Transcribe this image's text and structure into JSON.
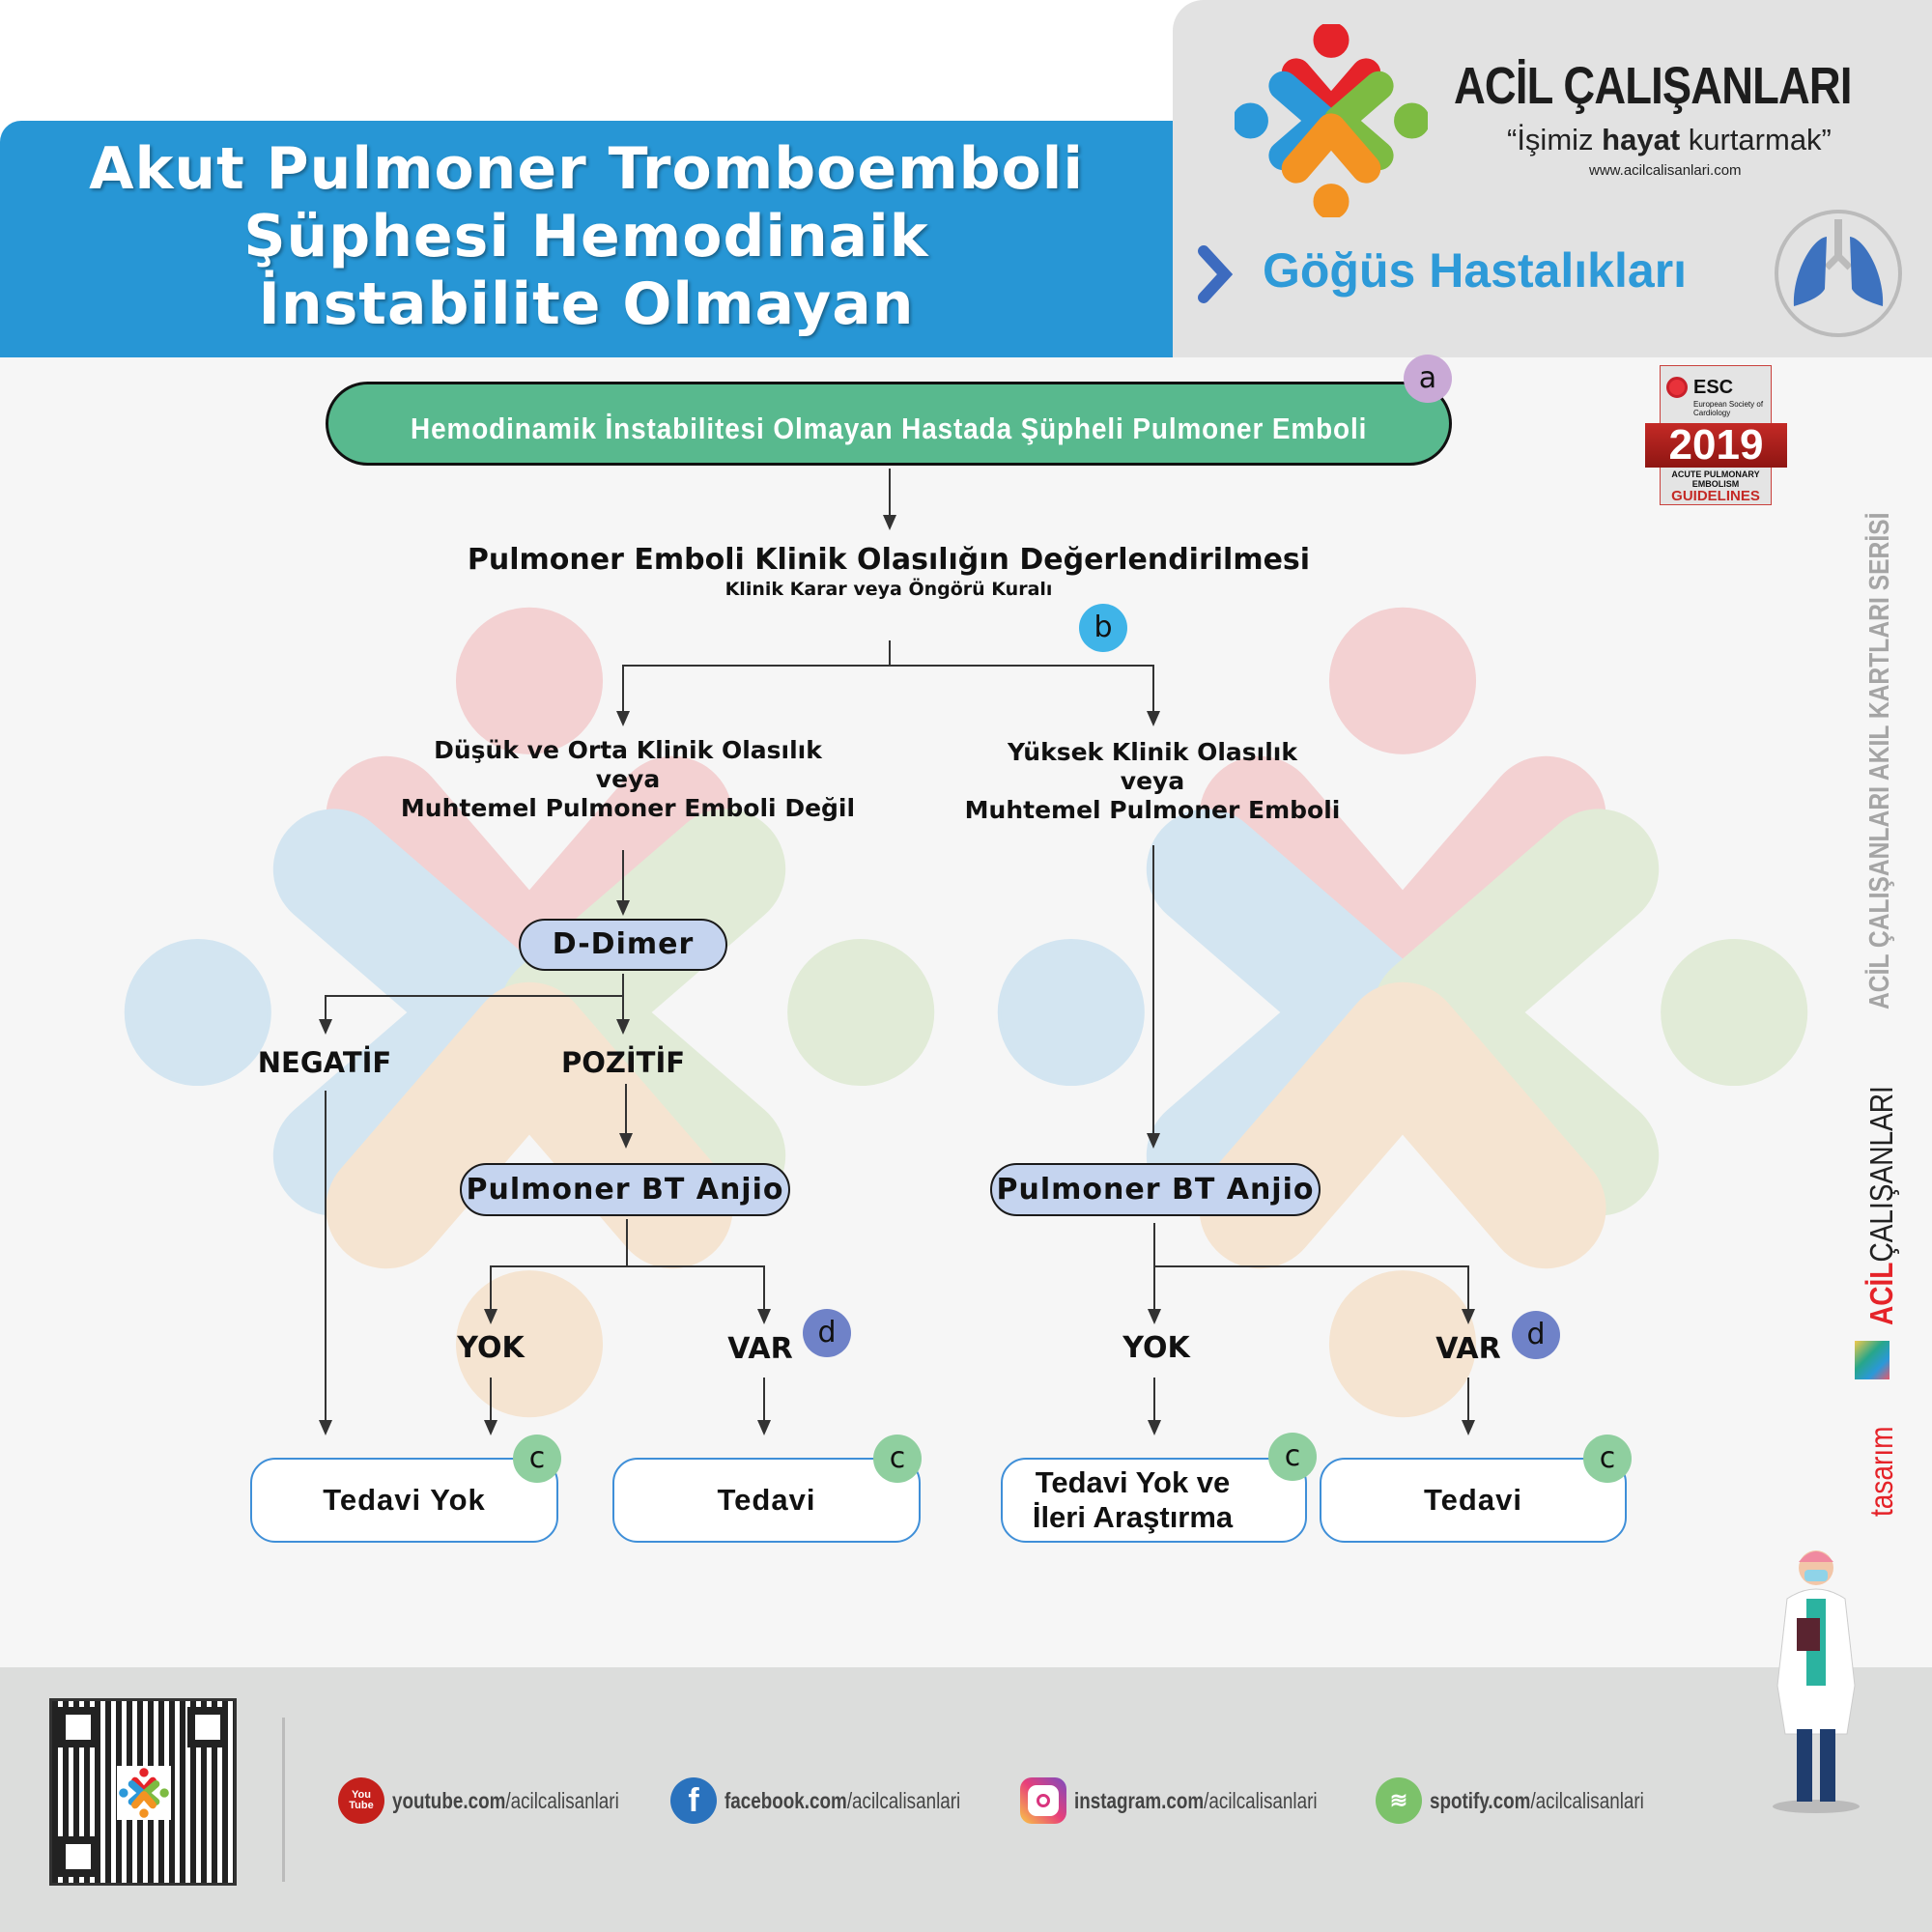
{
  "header": {
    "title_lines": [
      "Akut Pulmoner Tromboemboli",
      "Şüphesi Hemodinaik",
      "İnstabilite Olmayan"
    ]
  },
  "brand": {
    "name": "ACİL ÇALIŞANLARI",
    "tagline_pre": "“İşimiz ",
    "tagline_bold": "hayat",
    "tagline_post": " kurtarmak”",
    "url": "www.acilcalisanlari.com",
    "category": "Göğüs Hastalıkları"
  },
  "esc": {
    "org": "ESC",
    "org_full": "European Society of Cardiology",
    "year": "2019",
    "line1": "ACUTE PULMONARY",
    "line2": "EMBOLISM",
    "line3": "GUIDELINES"
  },
  "flow": {
    "start": "Hemodinamik İnstabilitesi Olmayan Hastada Şüpheli Pulmoner Emboli",
    "assess_title": "Pulmoner Emboli Klinik Olasılığın Değerlendirilmesi",
    "assess_sub": "Klinik Karar veya Öngörü Kuralı",
    "left_branch": [
      "Düşük ve Orta Klinik Olasılık",
      "veya",
      "Muhtemel Pulmoner Emboli Değil"
    ],
    "right_branch": [
      "Yüksek Klinik Olasılık",
      "veya",
      "Muhtemel Pulmoner Emboli"
    ],
    "ddimer": "D-Dimer",
    "negative": "NEGATİF",
    "positive": "POZİTİF",
    "ct": "Pulmoner BT Anjio",
    "no": "YOK",
    "yes": "VAR",
    "out1": "Tedavi Yok",
    "out2": "Tedavi",
    "out3a": "Tedavi Yok ve",
    "out3b": "İleri Araştırma",
    "out4": "Tedavi",
    "badges": {
      "a": "a",
      "b": "b",
      "c": "c",
      "d": "d"
    }
  },
  "side": {
    "series": "ACİL ÇALIŞANLARI AKIL KARTLARI SERİSİ",
    "design_pre": "tasarım",
    "design_acil": "ACİL",
    "design_rest": "ÇALIŞANLARI"
  },
  "social": [
    {
      "bold": "youtube.com",
      "rest": "/acilcalisanlari",
      "icon": "You Tube"
    },
    {
      "bold": "facebook.com",
      "rest": "/acilcalisanlari",
      "icon": "f"
    },
    {
      "bold": "instagram.com",
      "rest": "/acilcalisanlari"
    },
    {
      "bold": "spotify.com",
      "rest": "/acilcalisanlari"
    }
  ],
  "colors": {
    "blue": "#2796d5",
    "green": "#58b98e",
    "pill": "#c5d4ef",
    "badge_a": "#c9a9d6",
    "badge_b": "#3fb4e8",
    "badge_c": "#8fcf9f",
    "badge_d": "#6f82c8"
  }
}
